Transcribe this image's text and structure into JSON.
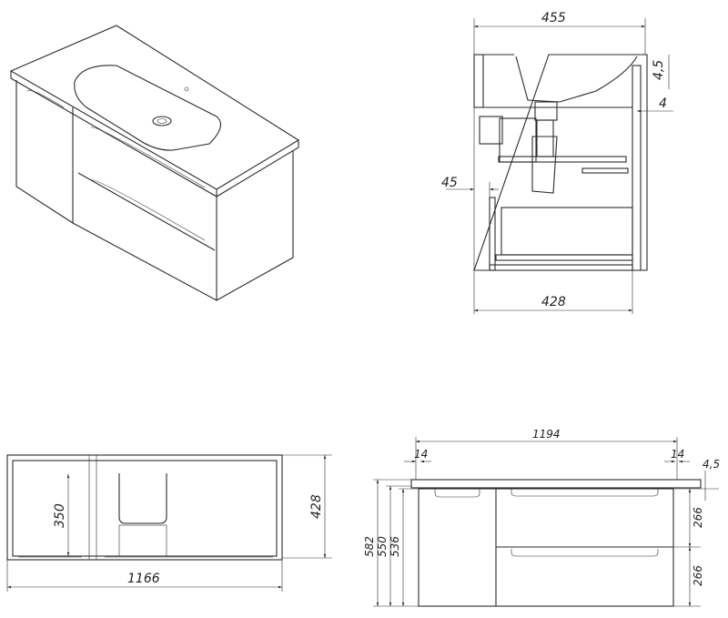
{
  "side_view": {
    "width_top": "455",
    "width_bottom": "428",
    "offset": "45",
    "lip": "4,5",
    "gap": "4"
  },
  "back_view": {
    "height_inner": "350",
    "height": "428",
    "width": "1166"
  },
  "front_view": {
    "width": "1194",
    "margin_left": "14",
    "margin_right": "14",
    "top_thickness": "4,5",
    "height_total": "582",
    "height_550": "550",
    "height_536": "536",
    "drawer_top": "266",
    "drawer_bottom": "266"
  }
}
